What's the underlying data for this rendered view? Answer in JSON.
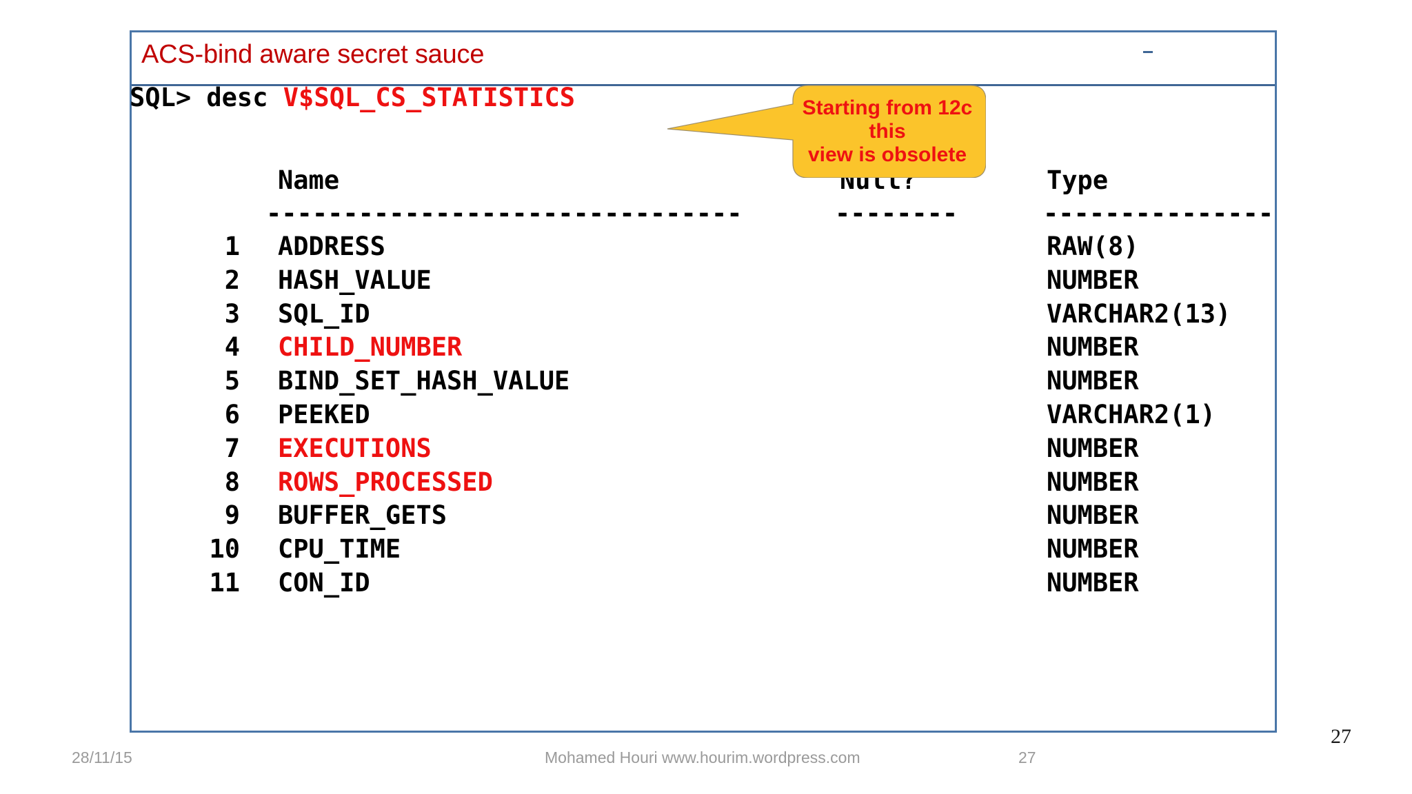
{
  "slide": {
    "title": "ACS-bind aware secret sauce",
    "title_color": "#c00000",
    "frame_border_color": "#4a76a8"
  },
  "terminal": {
    "prompt": "SQL> desc ",
    "object_name": "V$SQL_CS_STATISTICS",
    "object_name_color": "#ee1111",
    "headers": {
      "name": "Name",
      "null": "Null?",
      "type": "Type"
    },
    "separators": {
      "name": "-------------------------------",
      "null": "--------",
      "type": "---------------"
    },
    "rows": [
      {
        "num": " 1",
        "name": "ADDRESS",
        "null": "",
        "type": "RAW(8)",
        "highlight": false
      },
      {
        "num": " 2",
        "name": "HASH_VALUE",
        "null": "",
        "type": "NUMBER",
        "highlight": false
      },
      {
        "num": " 3",
        "name": "SQL_ID",
        "null": "",
        "type": "VARCHAR2(13)",
        "highlight": false
      },
      {
        "num": " 4",
        "name": "CHILD_NUMBER",
        "null": "",
        "type": "NUMBER",
        "highlight": true
      },
      {
        "num": " 5",
        "name": "BIND_SET_HASH_VALUE",
        "null": "",
        "type": "NUMBER",
        "highlight": false
      },
      {
        "num": " 6",
        "name": "PEEKED",
        "null": "",
        "type": "VARCHAR2(1)",
        "highlight": false
      },
      {
        "num": " 7",
        "name": "EXECUTIONS",
        "null": "",
        "type": "NUMBER",
        "highlight": true
      },
      {
        "num": " 8",
        "name": "ROWS_PROCESSED",
        "null": "",
        "type": "NUMBER",
        "highlight": true
      },
      {
        "num": " 9",
        "name": "BUFFER_GETS",
        "null": "",
        "type": "NUMBER",
        "highlight": false
      },
      {
        "num": "10",
        "name": "CPU_TIME",
        "null": "",
        "type": "NUMBER",
        "highlight": false
      },
      {
        "num": "11",
        "name": "CON_ID",
        "null": "",
        "type": "NUMBER",
        "highlight": false
      }
    ],
    "highlight_color": "#ee1111",
    "text_color": "#000000"
  },
  "callout": {
    "line1": "Starting from 12c this",
    "line2": "view is obsolete",
    "text": "Starting from 12c this view is obsolete",
    "fill_color": "#FBC42B",
    "stroke_color": "#9c8d6a",
    "text_color": "#ee1111"
  },
  "footer": {
    "date": "28/11/15",
    "center": "Mohamed Houri  www.hourim.wordpress.com",
    "number": "27"
  },
  "page_number": "27"
}
